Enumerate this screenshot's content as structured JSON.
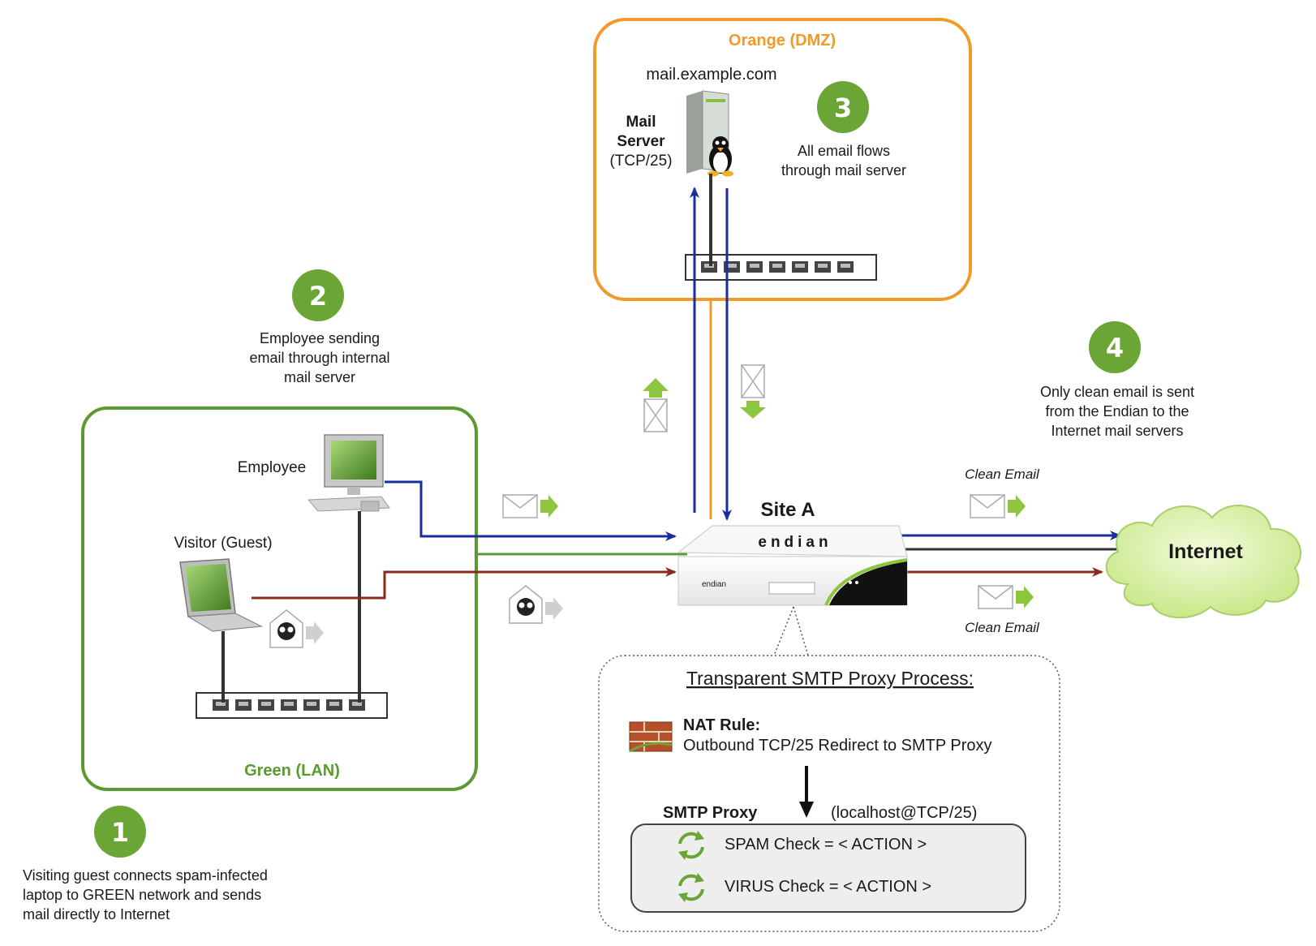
{
  "zones": {
    "orange": {
      "label": "Orange (DMZ)",
      "color": "#f09a2a"
    },
    "green": {
      "label": "Green (LAN)",
      "color": "#5a9a30"
    }
  },
  "mail_server": {
    "hostname": "mail.example.com",
    "label_line1": "Mail",
    "label_line2": "Server",
    "label_line3": "(TCP/25)"
  },
  "steps": [
    {
      "number": "1",
      "lines": [
        "Visiting guest connects spam-infected",
        "laptop to GREEN network and sends",
        "mail directly to Internet"
      ]
    },
    {
      "number": "2",
      "lines": [
        "Employee sending",
        "email through internal",
        "mail server"
      ]
    },
    {
      "number": "3",
      "lines": [
        "All email flows",
        "through mail server"
      ]
    },
    {
      "number": "4",
      "lines": [
        "Only clean email is sent",
        "from the Endian to the",
        "Internet mail servers"
      ]
    }
  ],
  "devices": {
    "employee": "Employee",
    "visitor": "Visitor (Guest)",
    "firewall_site": "Site A",
    "firewall_brand": "endian",
    "internet": "Internet"
  },
  "flow_labels": {
    "clean_email_top": "Clean Email",
    "clean_email_bottom": "Clean Email"
  },
  "proxy": {
    "title": "Transparent SMTP Proxy Process:",
    "nat_title": "NAT Rule:",
    "nat_desc": "Outbound TCP/25 Redirect to SMTP Proxy",
    "smtp_label": "SMTP Proxy",
    "smtp_addr": "(localhost@TCP/25)",
    "checks": [
      "SPAM Check =  < ACTION >",
      "VIRUS Check = < ACTION >"
    ]
  },
  "colors": {
    "blue_line": "#1a2d9a",
    "red_line": "#8b2a1a",
    "green_line": "#5a9a30",
    "step_circle": "#6aa535",
    "cloud_fill": "#d9f0a8"
  }
}
